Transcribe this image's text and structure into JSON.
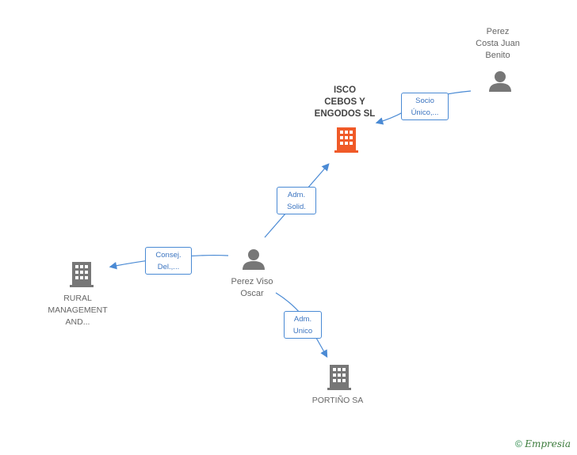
{
  "nodes": {
    "isco": {
      "label": "ISCO\nCEBOS Y\nENGODOS SL",
      "type": "company",
      "highlight": true
    },
    "perez_costa": {
      "label": "Perez\nCosta Juan\nBenito",
      "type": "person"
    },
    "perez_viso": {
      "label": "Perez Viso\nOscar",
      "type": "person"
    },
    "rural": {
      "label": "RURAL\nMANAGEMENT\nAND...",
      "type": "company"
    },
    "portino": {
      "label": "PORTIÑO SA",
      "type": "company"
    }
  },
  "edges": {
    "socio": "Socio\nÚnico,...",
    "adm_solid": "Adm.\nSolid.",
    "consej": "Consej.\nDel.,...",
    "adm_unico": "Adm.\nUnico"
  },
  "footer": {
    "copyright": "©",
    "brand": "Empresia"
  },
  "colors": {
    "edge": "#4a8ad4",
    "highlight": "#f05a28",
    "node": "#777777"
  }
}
